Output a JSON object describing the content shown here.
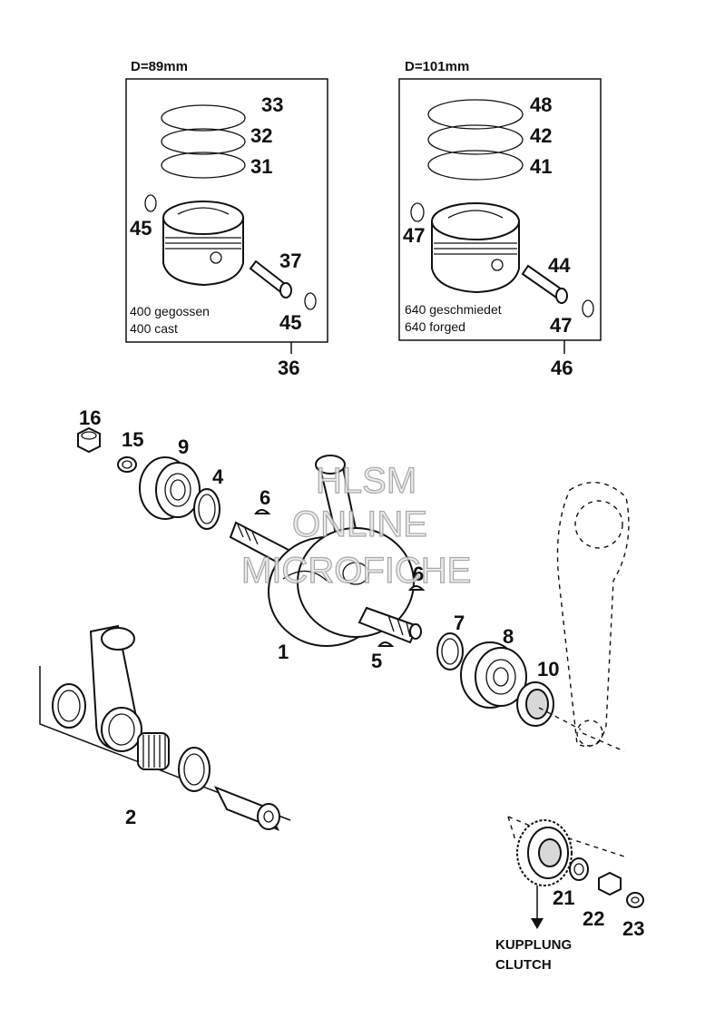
{
  "box_left": {
    "header": "D=89mm",
    "desc_line1": "400 gegossen",
    "desc_line2": "400 cast",
    "callouts": {
      "ring_top": "33",
      "ring_mid": "32",
      "ring_bot": "31",
      "clip_left": "45",
      "pin": "37",
      "clip_right": "45"
    },
    "assembly_number": "36"
  },
  "box_right": {
    "header": "D=101mm",
    "desc_line1": "640 geschmiedet",
    "desc_line2": "640 forged",
    "callouts": {
      "ring_top": "48",
      "ring_mid": "42",
      "ring_bot": "41",
      "clip_left": "47",
      "pin": "44",
      "clip_right": "47"
    },
    "assembly_number": "46"
  },
  "parts": {
    "nut_left": "16",
    "washer_left": "15",
    "bearing_left": "9",
    "shim_left": "4",
    "key_upper": "6",
    "key_right": "6",
    "crankshaft": "1",
    "key_lower": "5",
    "shim_right": "7",
    "bearing_right": "8",
    "seal_right": "10",
    "conrod_kit": "2",
    "gear_washer": "21",
    "gear_nut": "22",
    "gear_lockwasher": "23"
  },
  "clutch_label": {
    "line1": "KUPPLUNG",
    "line2": "CLUTCH"
  },
  "watermark": {
    "line1": "HLSM",
    "line2": "ONLINE",
    "line3": "MICROFICHE"
  }
}
